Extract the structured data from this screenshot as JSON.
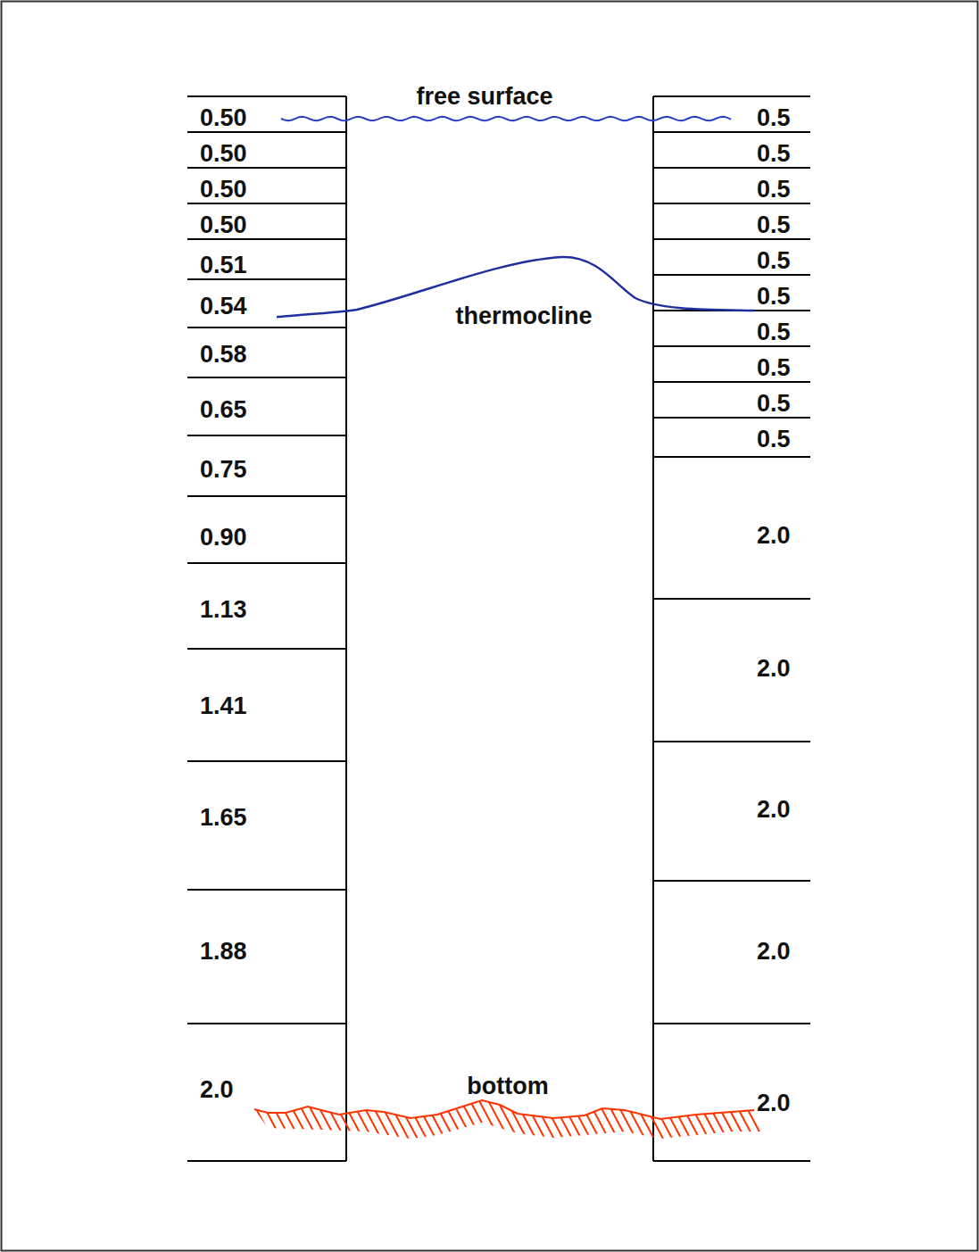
{
  "diagram": {
    "labels": [
      "free surface",
      "0.50",
      "0.50",
      "0.50",
      "0.50",
      "0.51",
      "0.54",
      "0.58",
      "0.65",
      "0.75",
      "0.90",
      "1.13",
      "1.41",
      "1.65",
      "1.88",
      "2.0",
      "0.5",
      "0.5",
      "0.5",
      "0.5",
      "0.5",
      "0.5",
      "0.5",
      "0.5",
      "0.5",
      "0.5",
      "2.0",
      "2.0",
      "2.0",
      "2.0",
      "2.0",
      "thermocline",
      "bottom"
    ]
  }
}
